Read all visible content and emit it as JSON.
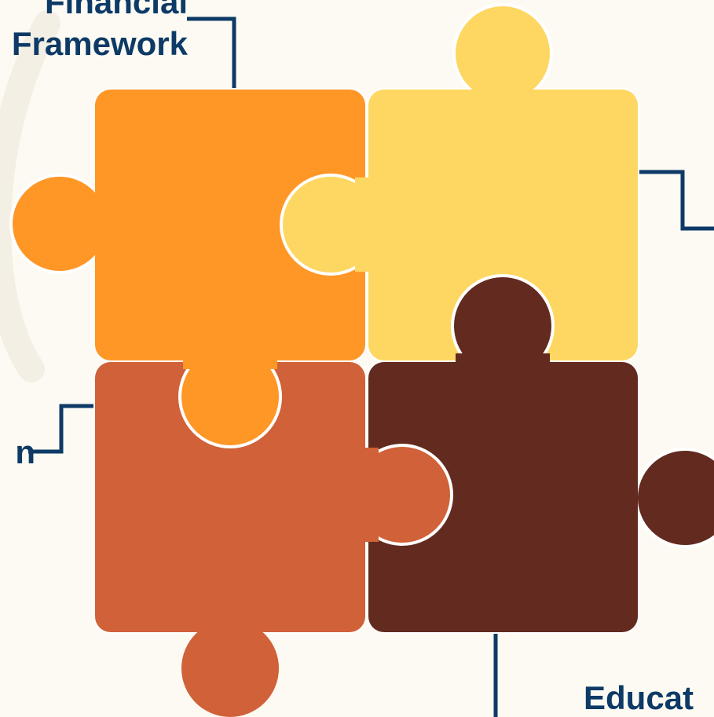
{
  "diagram": {
    "labels": {
      "top_left_line1": "Financial",
      "top_left_line2": "Framework",
      "left": "n",
      "bottom_right": "Educat"
    },
    "pieces": [
      {
        "id": "top-left",
        "color": "#FF9727"
      },
      {
        "id": "top-right",
        "color": "#FDD761"
      },
      {
        "id": "bottom-left",
        "color": "#D06138"
      },
      {
        "id": "bottom-right",
        "color": "#632A20"
      }
    ],
    "connector_color": "#0D3A66",
    "background_color": "#FDFAF3"
  }
}
